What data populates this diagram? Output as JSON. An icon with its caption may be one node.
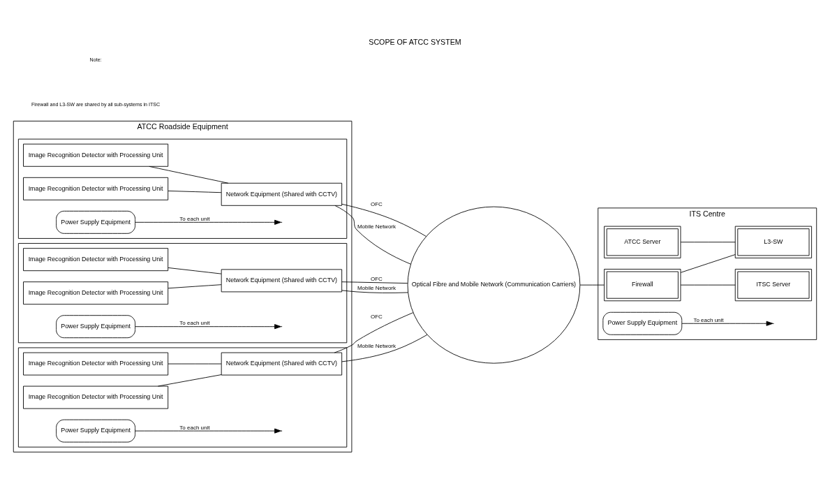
{
  "diagram": {
    "title": "SCOPE OF ATCC SYSTEM",
    "nodes": [
      {
        "text": [
          "ATCC Roadside Equipment"
        ]
      },
      {
        "text": [],
        "shape": "box",
        "in": 0
      },
      {
        "text": [
          "Image Recognition Detector with Processing Unit"
        ],
        "in": 1
      },
      {
        "text": [
          "Network Equipment (Shared with CCTV)"
        ],
        "in": 1
      },
      {
        "text": [
          "Image Recognition Detector with Processing Unit"
        ],
        "in": 1
      },
      {
        "text": [
          "Power Supply Equipment"
        ],
        "in": 1
      },
      {
        "text": [],
        "shape": "box",
        "in": 0
      },
      {
        "text": [
          "Image Recognition Detector with Processing Unit"
        ],
        "in": 6
      },
      {
        "text": [
          "Network Equipment (Shared with CCTV)"
        ],
        "in": 6
      },
      {
        "text": [
          "Image Recognition Detector with Processing Unit"
        ],
        "in": 6
      },
      {
        "text": [
          "Power Supply Equipment"
        ],
        "in": 6
      },
      {
        "text": [],
        "shape": "box",
        "in": 0
      },
      {
        "text": [
          "Image Recognition Detector with Processing Unit"
        ],
        "in": 11
      },
      {
        "text": [
          "Network Equipment (Shared with CCTV)"
        ],
        "in": 11
      },
      {
        "text": [
          "Image Recognition Detector with Processing Unit"
        ],
        "in": 11
      },
      {
        "text": [
          "Power Supply Equipment"
        ],
        "in": 11
      },
      {
        "text": [
          "Optical Fibre and Mobile Network (Communication Carriers)"
        ]
      },
      {
        "text": [
          "ITS Centre"
        ]
      },
      {
        "text": [
          "L3-SW"
        ],
        "in": 17
      },
      {
        "text": [
          "ATCC Server"
        ],
        "in": 17
      },
      {
        "text": [
          "Firewall"
        ],
        "in": 17
      },
      {
        "text": [
          "ITSC Server"
        ],
        "in": 17
      },
      {
        "text": [
          "Power Supply Equipment"
        ],
        "in": 17
      }
    ],
    "edges": [
      {
        "from": 2,
        "to": 3,
        "arrow": "none"
      },
      {
        "from": 4,
        "to": 3,
        "arrow": "none"
      },
      {
        "from": 5,
        "to": null,
        "arrow": "to",
        "label": "To each unit"
      },
      {
        "from": 3,
        "to": 16,
        "arrow": "none",
        "label": "OFC"
      },
      {
        "from": 3,
        "to": 16,
        "arrow": "none",
        "label": "Mobile Network"
      },
      {
        "from": 7,
        "to": 8,
        "arrow": "none"
      },
      {
        "from": 9,
        "to": 8,
        "arrow": "none"
      },
      {
        "from": 10,
        "to": null,
        "arrow": "to",
        "label": "To each unit"
      },
      {
        "from": 8,
        "to": 16,
        "arrow": "none",
        "label": "OFC"
      },
      {
        "from": 8,
        "to": 16,
        "arrow": "none",
        "label": "Mobile Network"
      },
      {
        "from": 12,
        "to": 13,
        "arrow": "none"
      },
      {
        "from": 14,
        "to": 13,
        "arrow": "none"
      },
      {
        "from": 15,
        "to": null,
        "arrow": "to",
        "label": "To each unit"
      },
      {
        "from": 13,
        "to": 16,
        "arrow": "none",
        "label": "OFC"
      },
      {
        "from": 13,
        "to": 16,
        "arrow": "none",
        "label": "Mobile Network"
      },
      {
        "from": 16,
        "to": 20,
        "arrow": "none"
      },
      {
        "from": 20,
        "to": 21,
        "arrow": "none"
      },
      {
        "from": 19,
        "to": 18,
        "arrow": "none"
      },
      {
        "from": 20,
        "to": 18,
        "arrow": "none"
      },
      {
        "from": 22,
        "to": null,
        "arrow": "to",
        "label": "To each unit"
      }
    ],
    "labels": [
      "Note:",
      "Firewall and L3-SW are shared by all sub-systems in ITSC"
    ]
  }
}
